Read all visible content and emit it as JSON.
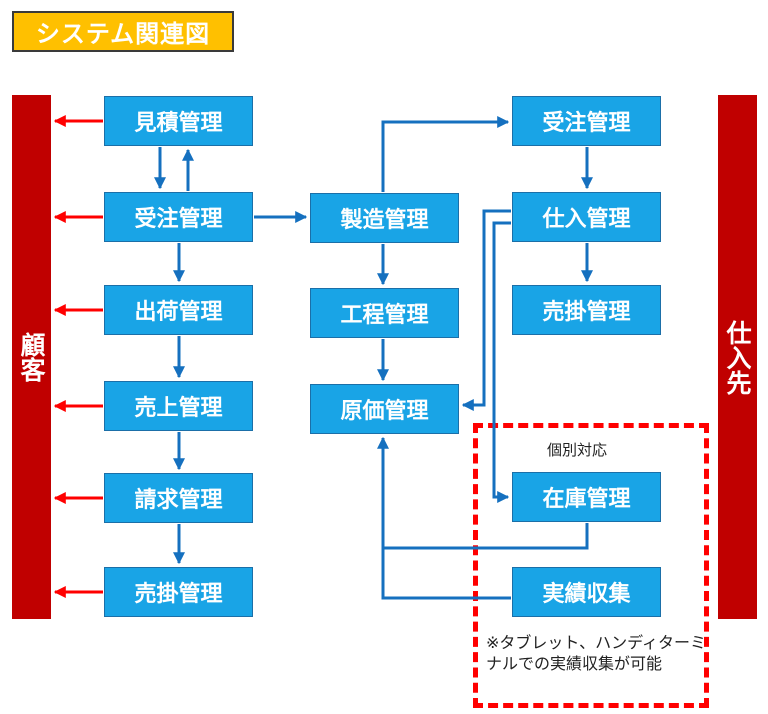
{
  "title": "システム関連図",
  "side_left": "顧客",
  "side_right": "仕入先",
  "left_column": [
    "見積管理",
    "受注管理",
    "出荷管理",
    "売上管理",
    "請求管理",
    "売掛管理"
  ],
  "middle_column": [
    "製造管理",
    "工程管理",
    "原価管理"
  ],
  "right_column": [
    "受注管理",
    "仕入管理",
    "売掛管理"
  ],
  "optional_group": {
    "label": "個別対応",
    "boxes": [
      "在庫管理",
      "実績収集"
    ],
    "note": "※タブレット、ハンディターミナルでの実績収集が可能"
  },
  "colors": {
    "box": "#19a4e6",
    "arrow": "#1570bf",
    "side": "#c00000",
    "title_bg": "#ffc000",
    "dashed": "#ff0000"
  }
}
